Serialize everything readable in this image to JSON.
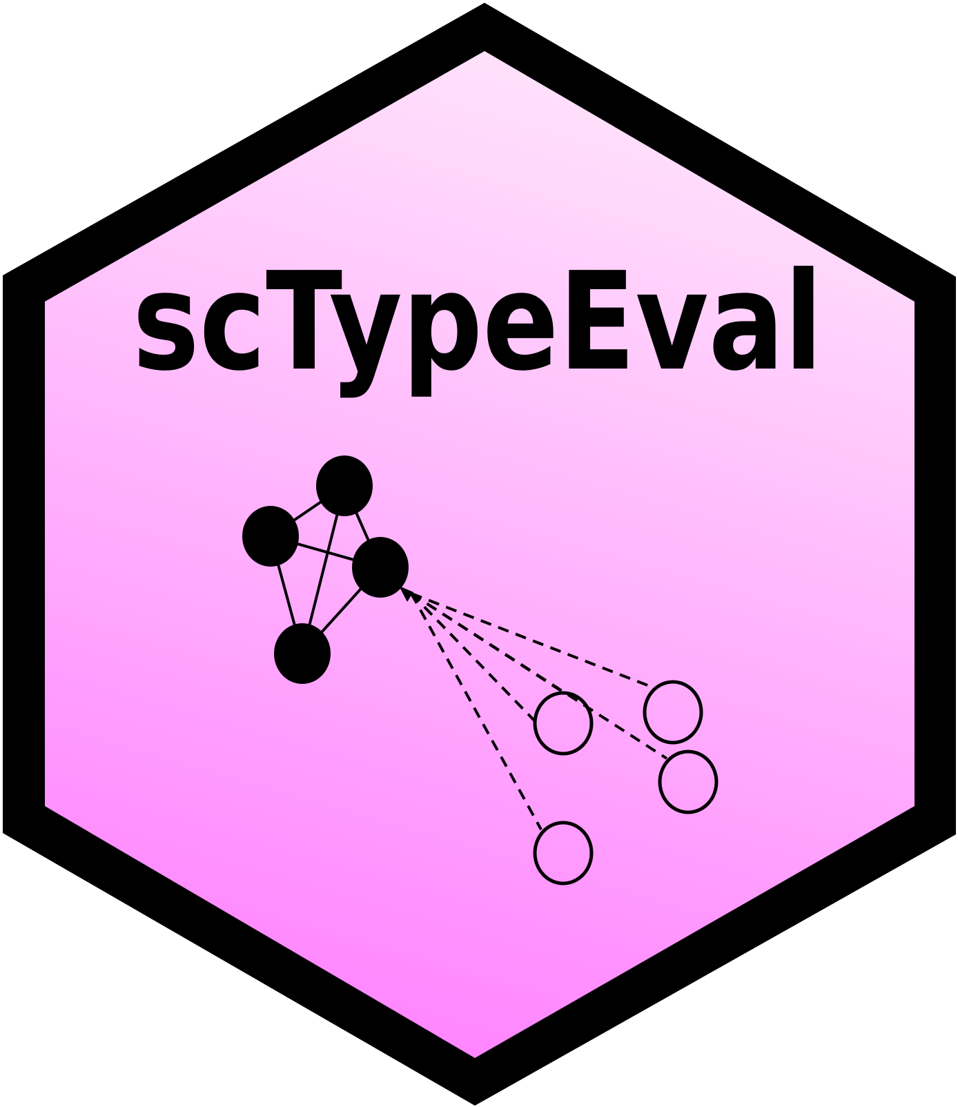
{
  "logo": {
    "title": "scTypeEval",
    "colors": {
      "border": "#000000",
      "fill_top": "#ffe2fb",
      "fill_bottom": "#ff85ff",
      "text": "#000000",
      "node_filled": "#000000",
      "node_outline": "#000000"
    },
    "graph": {
      "filled_node_count": 4,
      "outline_node_count": 4,
      "solid_edge_count": 6,
      "dashed_edge_count": 5
    }
  }
}
